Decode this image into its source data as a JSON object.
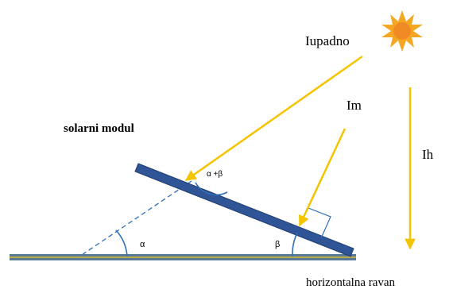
{
  "labels": {
    "incident": "Iupadno",
    "module_component": "Im",
    "horizontal_component": "Ih",
    "solar_module": "solarni modul",
    "horizontal_plane": "horizontalna ravan",
    "angle_alpha_plus_beta": "α +β",
    "angle_alpha": "α",
    "angle_beta": "β"
  },
  "colors": {
    "sun_rays": "#F5A623",
    "sun_core": "#F08A24",
    "panel_fill": "#2F5597",
    "panel_edge": "#1F3B70",
    "ground_fill": "#5B7A96",
    "ground_stripe": "#B8A94A",
    "arrow": "#F5C400",
    "dashed": "#2E6FB7",
    "arc": "#2E6FB7",
    "right_angle_mark": "#2E6FB7"
  },
  "icons": {
    "sun": "sun-icon"
  }
}
